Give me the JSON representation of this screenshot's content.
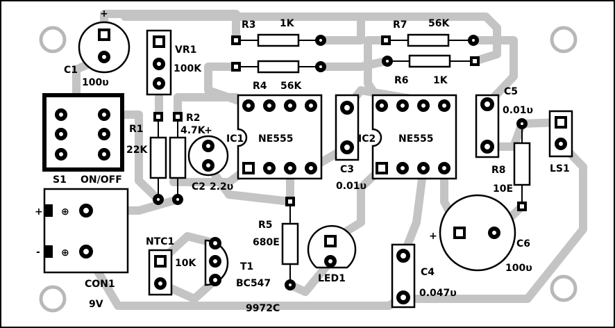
{
  "board_id": "9972C",
  "components": {
    "c1": {
      "ref": "C1",
      "value": "100υ",
      "polarity": "+"
    },
    "vr1": {
      "ref": "VR1",
      "value": "100K"
    },
    "r3": {
      "ref": "R3",
      "value": "1K"
    },
    "r4": {
      "ref": "R4",
      "value": "56K"
    },
    "r7": {
      "ref": "R7",
      "value": "56K"
    },
    "r6": {
      "ref": "R6",
      "value": "1K"
    },
    "c5": {
      "ref": "C5",
      "value": "0.01υ"
    },
    "s1": {
      "ref": "S1",
      "value": "ON/OFF"
    },
    "r1": {
      "ref": "R1",
      "value": "22K"
    },
    "r2": {
      "ref": "R2",
      "value": "4.7K"
    },
    "c2": {
      "ref": "C2",
      "value": "2.2υ",
      "polarity": "+"
    },
    "ic1": {
      "ref": "IC1",
      "value": "NE555"
    },
    "ic2": {
      "ref": "IC2",
      "value": "NE555"
    },
    "c3": {
      "ref": "C3",
      "value": "0.01υ"
    },
    "r8": {
      "ref": "R8",
      "value": "10E"
    },
    "ls1": {
      "ref": "LS1"
    },
    "con1": {
      "ref": "CON1",
      "value": "9V",
      "plus": "+",
      "minus": "-"
    },
    "ntc1": {
      "ref": "NTC1",
      "value": "10K"
    },
    "t1": {
      "ref": "T1",
      "value": "BC547"
    },
    "r5": {
      "ref": "R5",
      "value": "680E"
    },
    "led1": {
      "ref": "LED1"
    },
    "c4": {
      "ref": "C4",
      "value": "0.047υ"
    },
    "c6": {
      "ref": "C6",
      "value": "100υ",
      "polarity": "+"
    }
  }
}
